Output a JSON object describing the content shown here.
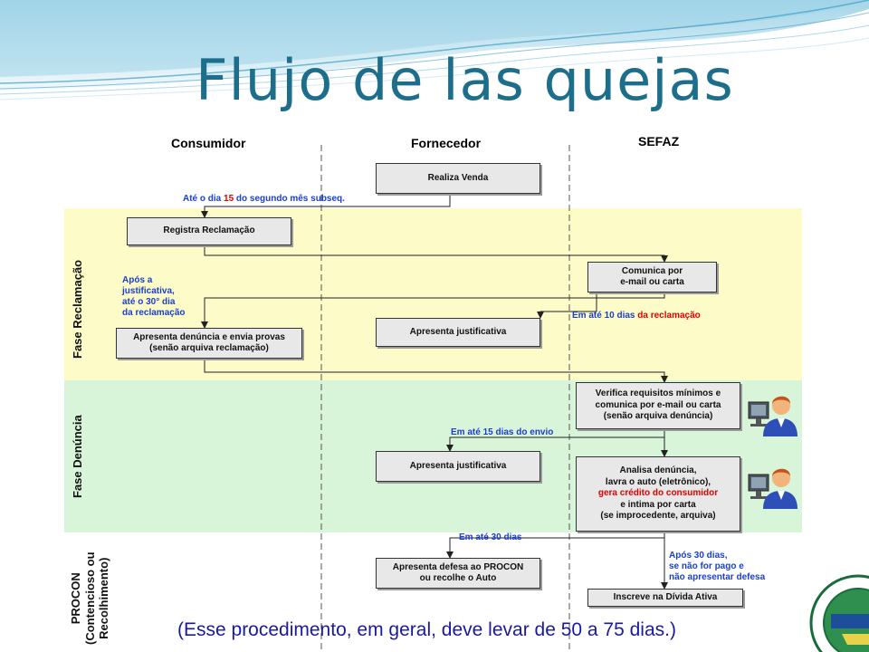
{
  "title": "Flujo de las quejas",
  "columns": {
    "consumidor": "Consumidor",
    "fornecedor": "Fornecedor",
    "sefaz": "SEFAZ"
  },
  "phases": {
    "reclamacao": "Fase Reclamação",
    "denuncia": "Fase Denúncia",
    "procon_1": "PROCON",
    "procon_2": "(Contencioso ou",
    "procon_3": "Recolhimento)"
  },
  "boxes": {
    "realiza_venda": "Realiza Venda",
    "registra_reclamacao": "Registra Reclamação",
    "comunica_1": "Comunica por",
    "comunica_2": "e-mail ou carta",
    "apresenta_denuncia_1": "Apresenta denúncia e envia provas",
    "apresenta_denuncia_2": "(senão arquiva reclamação)",
    "apresenta_justificativa_1": "Apresenta justificativa",
    "verifica_1": "Verifica requisitos mínimos e",
    "verifica_2": "comunica por e-mail ou carta",
    "verifica_3": "(senão arquiva denúncia)",
    "apresenta_justificativa_2": "Apresenta justificativa",
    "analisa_1": "Analisa denúncia,",
    "analisa_2": "lavra o auto (eletrônico),",
    "analisa_3": "gera crédito do consumidor",
    "analisa_4": "e intima por carta",
    "analisa_5": "(se improcedente, arquiva)",
    "apresenta_defesa_1": "Apresenta defesa ao PROCON",
    "apresenta_defesa_2": "ou recolhe o Auto",
    "inscreve": "Inscreve na Dívida Ativa"
  },
  "labels": {
    "ate_dia_a": "Até o dia ",
    "ate_dia_b": "15",
    "ate_dia_c": " do segundo mês subseq.",
    "apos_1": "Após a",
    "apos_2": "justificativa,",
    "apos_3": "até o 30° dia",
    "apos_4": "da reclamação",
    "em_ate_10_a": "Em até 10 dias ",
    "em_ate_10_b": "da reclamação",
    "em_ate_15": "Em até 15 dias do envio",
    "em_ate_30": "Em até 30 dias",
    "apos30_1": "Após 30 dias,",
    "apos30_2": "se não for pago e",
    "apos30_3": "não apresentar defesa"
  },
  "footer": "(Esse procedimento, em geral, deve levar de 50 a 75 dias.)",
  "icons": [
    "user-at-computer-icon",
    "user-at-computer-icon",
    "giat-seal-logo"
  ],
  "colors": {
    "title": "#1d6e8a",
    "phase_reclamacao_bg": "#fdfbc8",
    "phase_denuncia_bg": "#d9f5d9",
    "label_blue": "#1a3fd0",
    "label_red": "#e00000",
    "box_fill": "#e8e8e8"
  }
}
